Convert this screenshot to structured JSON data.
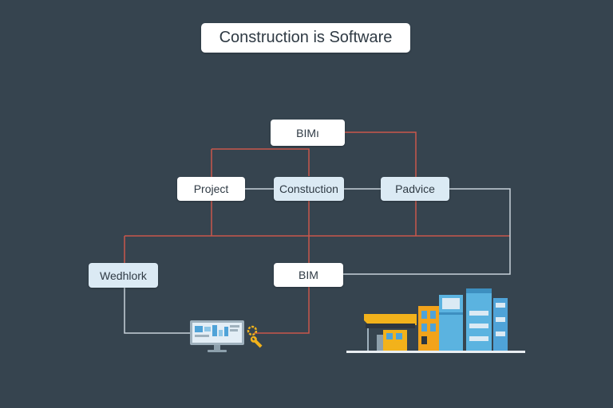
{
  "title": "Construction is Software",
  "nodes": {
    "bim_top": "BIMı",
    "project": "Project",
    "construction": "Constuction",
    "practice": "Padvice",
    "workflow": "Wedhlork",
    "bim_bottom": "BIM"
  },
  "colors": {
    "background": "#36444f",
    "red_line": "#c9574b",
    "gray_line": "#c7d2da",
    "node_blue": "#dbeaf4"
  },
  "icons": [
    "monitor-dashboard-icon",
    "gear-wrench-icon",
    "city-buildings-icon"
  ]
}
